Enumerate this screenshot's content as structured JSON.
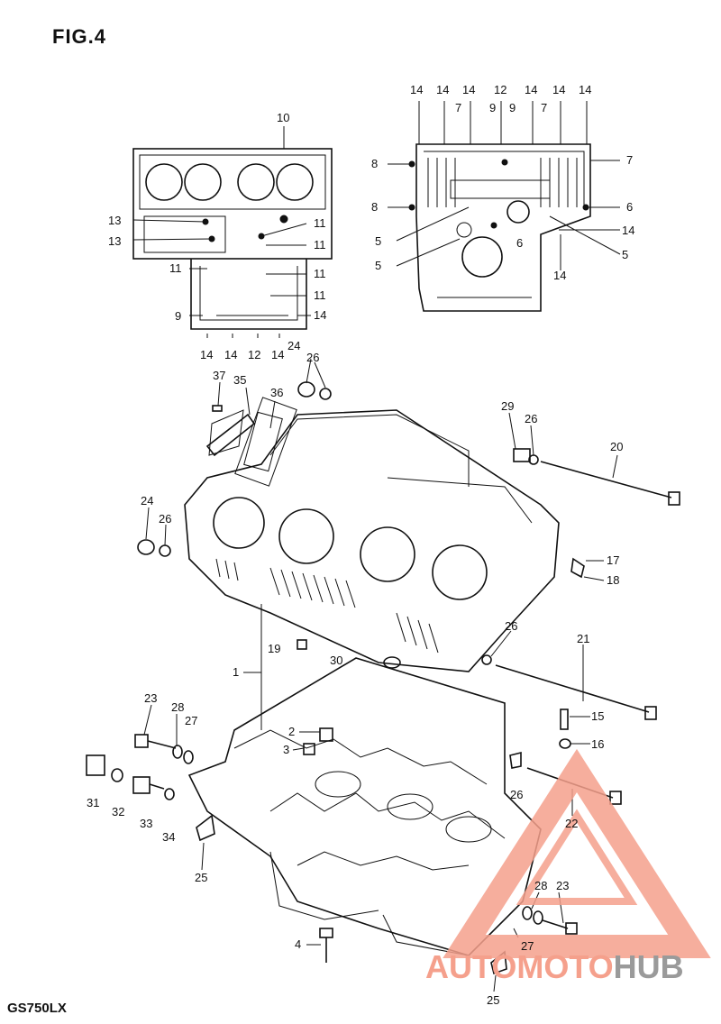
{
  "figure": {
    "title": "FIG.4",
    "model": "GS750LX"
  },
  "watermark": {
    "brand_part1": "AUTOMOTO",
    "brand_part2": "HUB",
    "color_primary": "#f5a08c",
    "color_secondary": "#9a9a9a"
  },
  "callouts": {
    "upper_left": [
      "10",
      "13",
      "13",
      "11",
      "11",
      "11",
      "11",
      "11",
      "9",
      "14",
      "14",
      "14",
      "12",
      "14"
    ],
    "upper_right": [
      "14",
      "14",
      "14",
      "7",
      "12",
      "9",
      "9",
      "14",
      "14",
      "14",
      "7",
      "7",
      "8",
      "8",
      "6",
      "5",
      "5",
      "6",
      "14",
      "5",
      "14"
    ],
    "main": [
      "24",
      "26",
      "37",
      "35",
      "36",
      "29",
      "26",
      "20",
      "24",
      "26",
      "17",
      "18",
      "19",
      "30",
      "1",
      "26",
      "21",
      "23",
      "28",
      "27",
      "2",
      "3",
      "15",
      "16",
      "31",
      "32",
      "33",
      "34",
      "26",
      "22",
      "25",
      "4",
      "28",
      "23",
      "27",
      "25"
    ]
  }
}
